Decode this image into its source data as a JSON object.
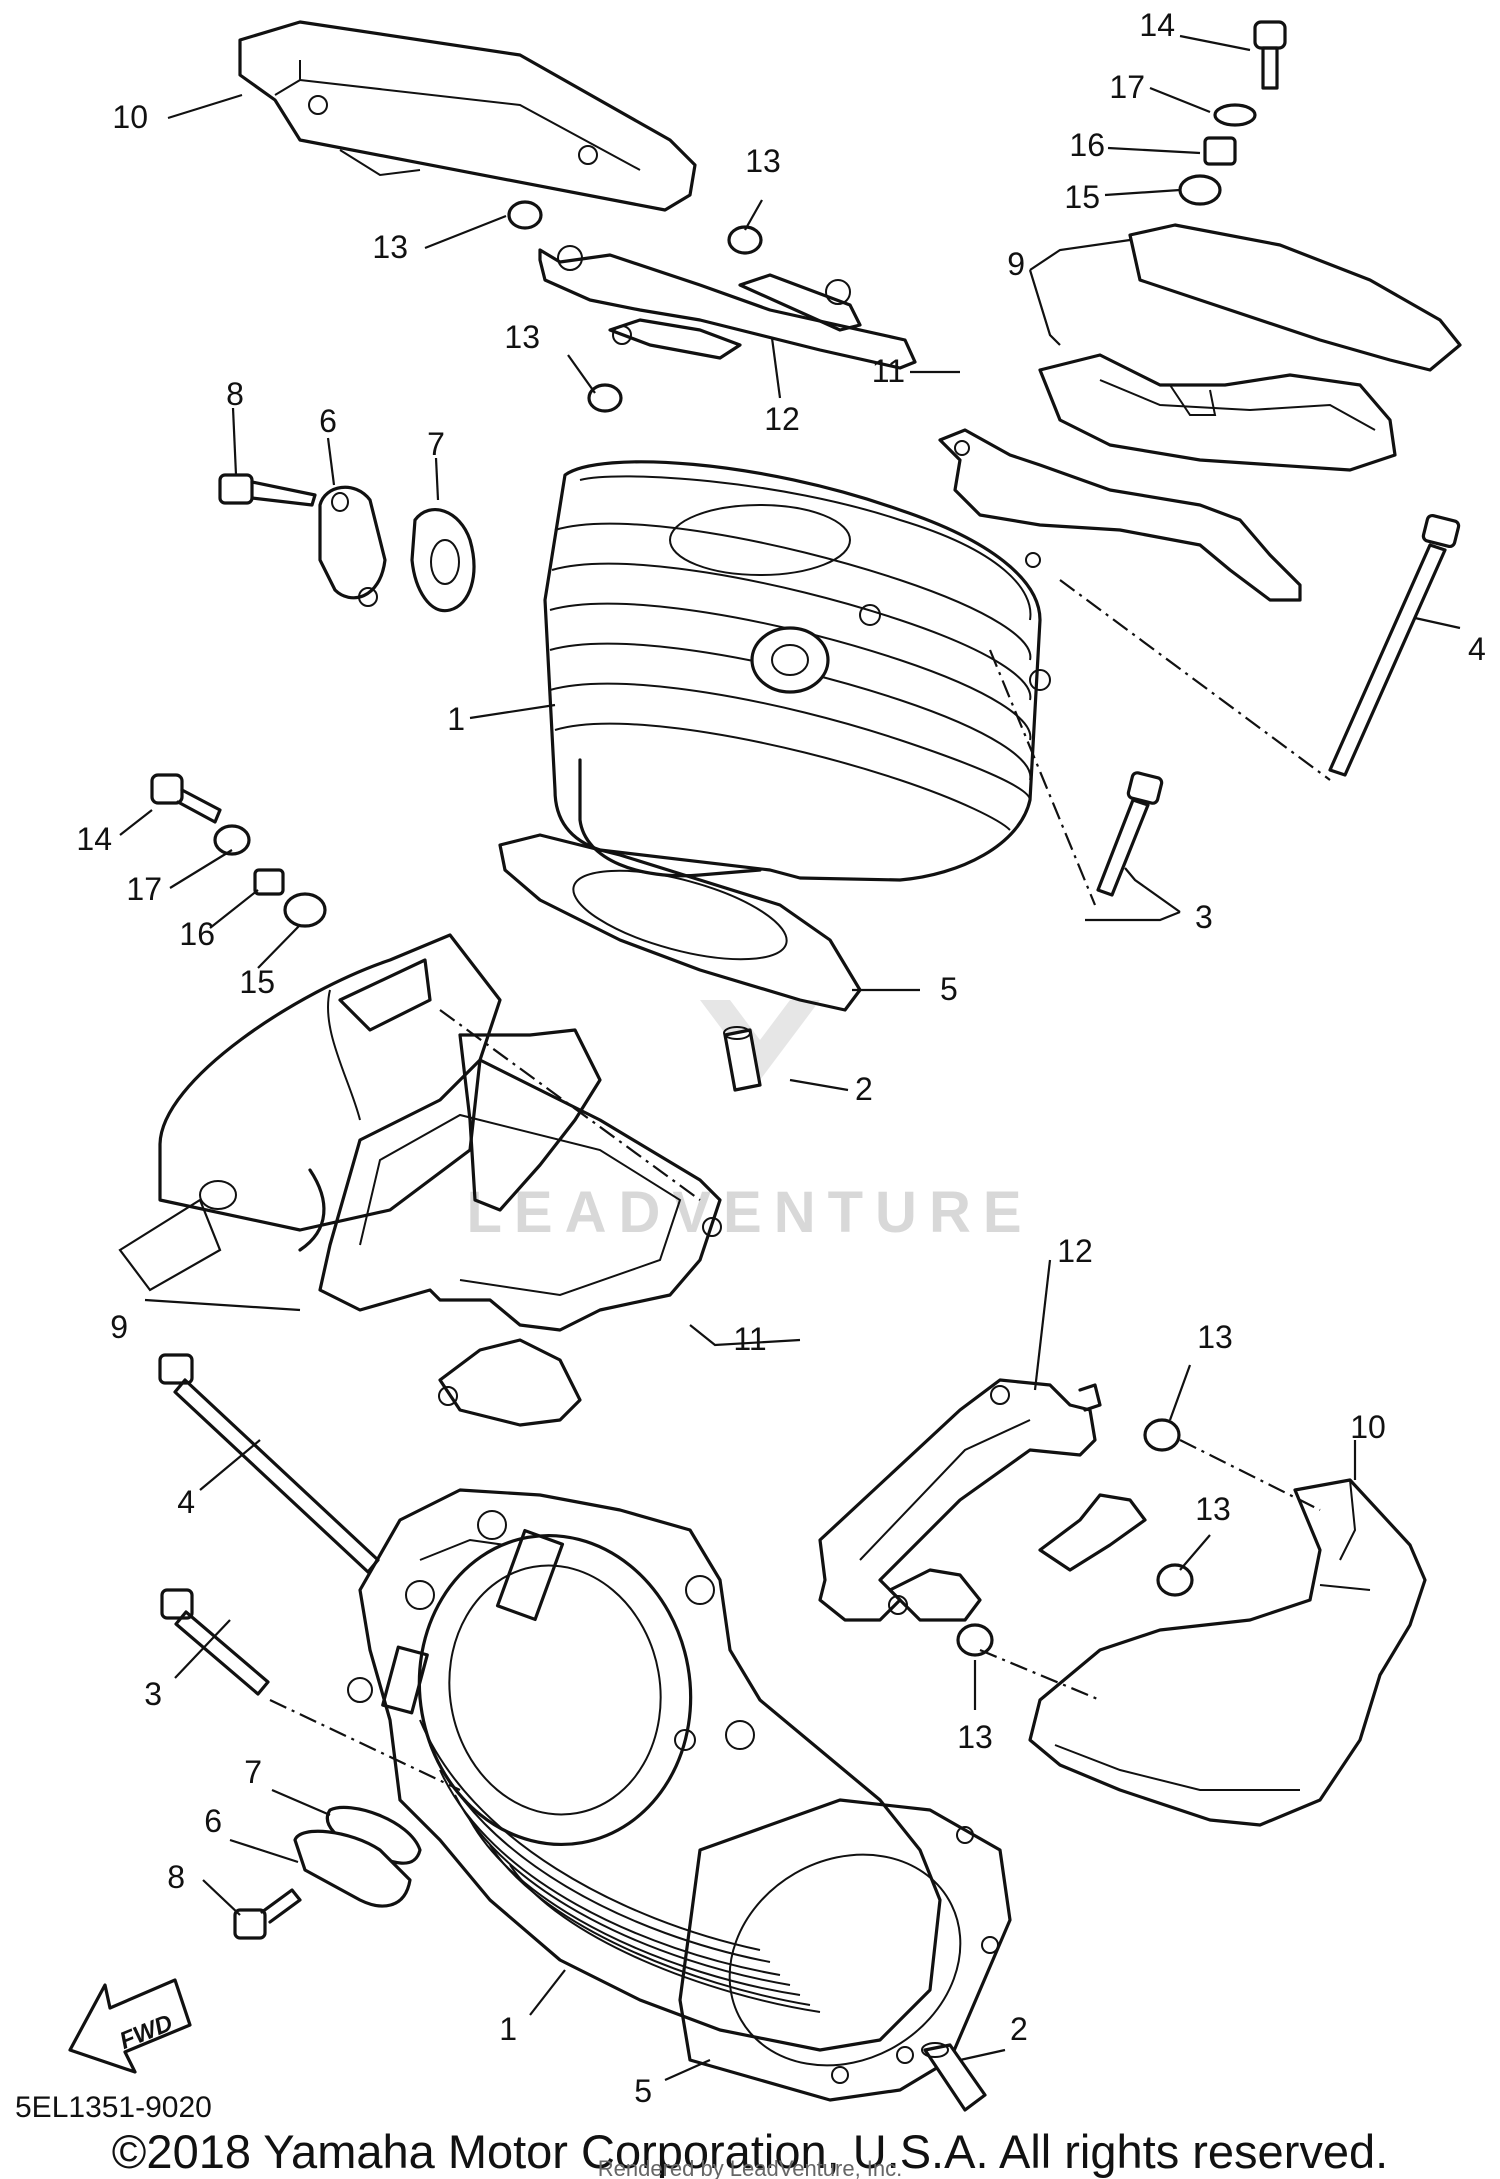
{
  "diagram": {
    "part_callouts": [
      "1",
      "2",
      "3",
      "4",
      "5",
      "6",
      "7",
      "8",
      "9",
      "10",
      "11",
      "12",
      "13",
      "14",
      "15",
      "16",
      "17"
    ],
    "fwd_label": "FWD",
    "diagram_code": "5EL1351-9020",
    "copyright": "©2018 Yamaha Motor Corporation, U.S.A. All rights reserved.",
    "rendered_by": "Rendered by LeadVenture, Inc.",
    "watermark": "LEADVENTURE"
  }
}
